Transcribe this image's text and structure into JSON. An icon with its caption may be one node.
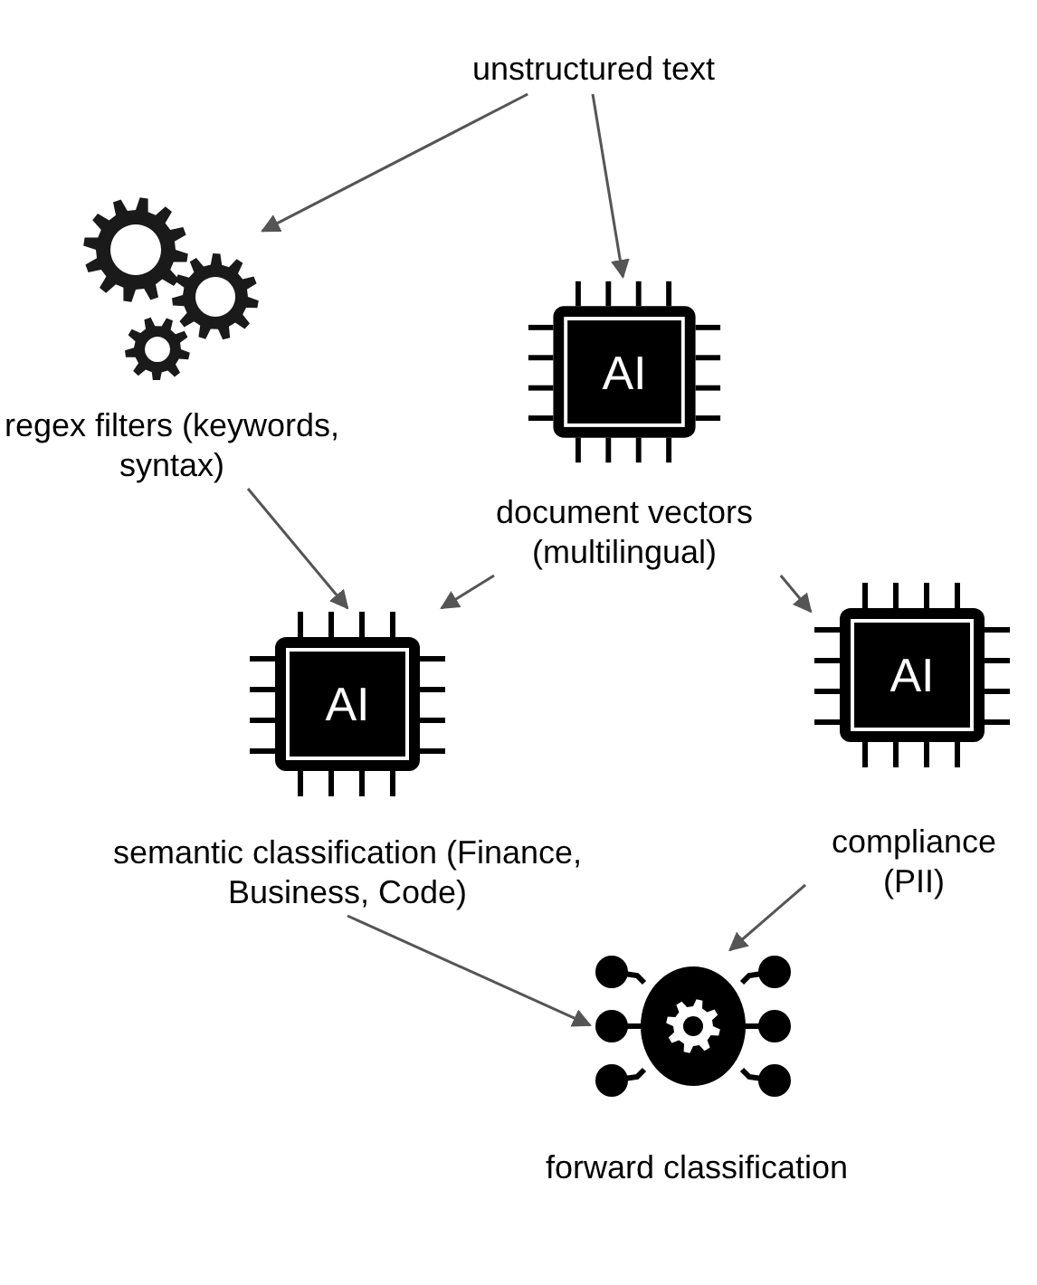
{
  "diagram": {
    "nodes": [
      {
        "text": [
          "unstructured text"
        ]
      },
      {
        "text": [],
        "shape": "picture"
      },
      {
        "text": [
          "regex filters (keywords, syntax)"
        ]
      },
      {
        "text": [
          "AI"
        ]
      },
      {
        "text": [
          "document vectors (multilingual)"
        ]
      },
      {
        "text": [
          "AI"
        ]
      },
      {
        "text": [
          "semantic classification (Finance, Business, Code)"
        ]
      },
      {
        "text": [
          "AI"
        ]
      },
      {
        "text": [
          "compliance (PII)"
        ]
      },
      {
        "text": [],
        "shape": "picture"
      },
      {
        "text": [
          "forward classification"
        ]
      }
    ],
    "edges": [
      {
        "from": 0,
        "to": 1,
        "arrow": "to"
      },
      {
        "from": 0,
        "to": 3,
        "arrow": "to"
      },
      {
        "from": 2,
        "to": 5,
        "arrow": "to"
      },
      {
        "from": 4,
        "to": 5,
        "arrow": "to"
      },
      {
        "from": 4,
        "to": 7,
        "arrow": "to"
      },
      {
        "from": 8,
        "to": 9,
        "arrow": "to"
      },
      {
        "from": 6,
        "to": 9,
        "arrow": "to"
      }
    ]
  }
}
